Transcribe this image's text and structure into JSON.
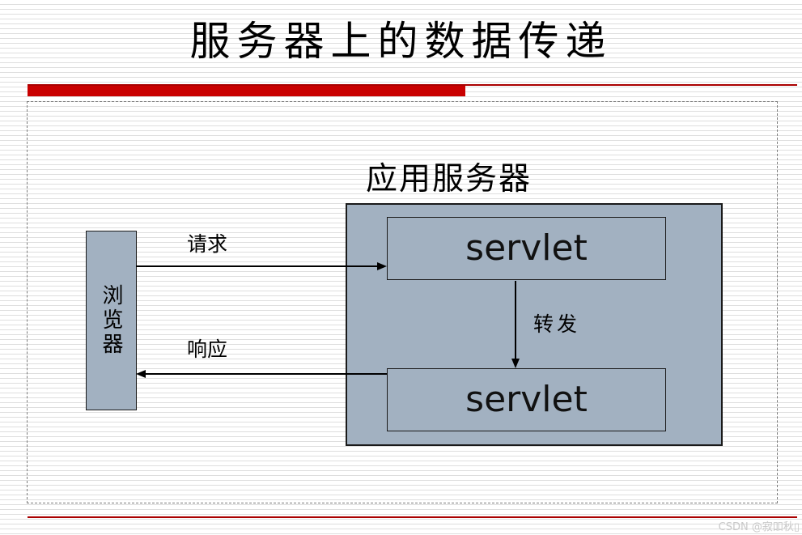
{
  "slide": {
    "title": "服务器上的数据传递",
    "watermark": "CSDN @寂吅秋▯"
  },
  "diagram": {
    "app_server_label": "应用服务器",
    "browser_label": "浏览器",
    "servlet_top_label": "servlet",
    "servlet_bottom_label": "servlet",
    "request_label": "请求",
    "response_label": "响应",
    "forward_label": "转发"
  },
  "colors": {
    "accent_red_bar": "#C90000",
    "accent_red_line": "#AA0000",
    "diagram_box_fill": "#A2B1C1",
    "diagram_box_border": "#1A1A1A",
    "background_stripe": "#DEDEDE",
    "frame_border": "#7B7B7B",
    "watermark_text": "#C9C9C9"
  }
}
